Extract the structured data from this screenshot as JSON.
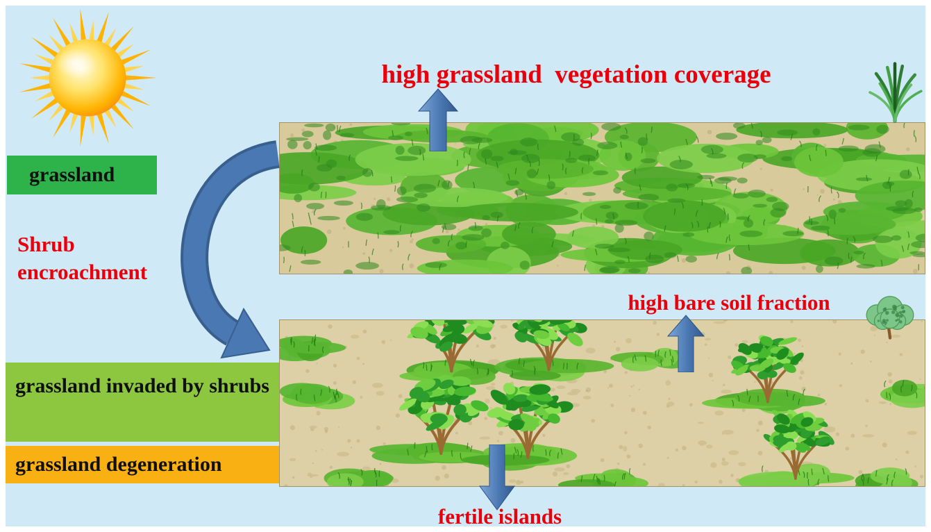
{
  "colors": {
    "background": "#cfe9f6",
    "accent_red": "#e8000b",
    "arrow_blue": "#4a78b2",
    "grassland_green": "#2eb34a",
    "invaded_green": "#8dc63f",
    "degeneration_orange": "#f9b013"
  },
  "left_labels": {
    "grassland": "grassland",
    "shrub_encroachment": "Shrub encroachment",
    "invaded": "grassland invaded by shrubs",
    "degeneration": "grassland degeneration"
  },
  "annotations": {
    "top": "high grassland  vegetation coverage",
    "bare_soil": "high bare soil fraction",
    "fertile": "fertile islands"
  },
  "icons": {
    "sun": "sun-icon",
    "grass": "grass-clump-icon",
    "shrub": "shrub-icon"
  }
}
